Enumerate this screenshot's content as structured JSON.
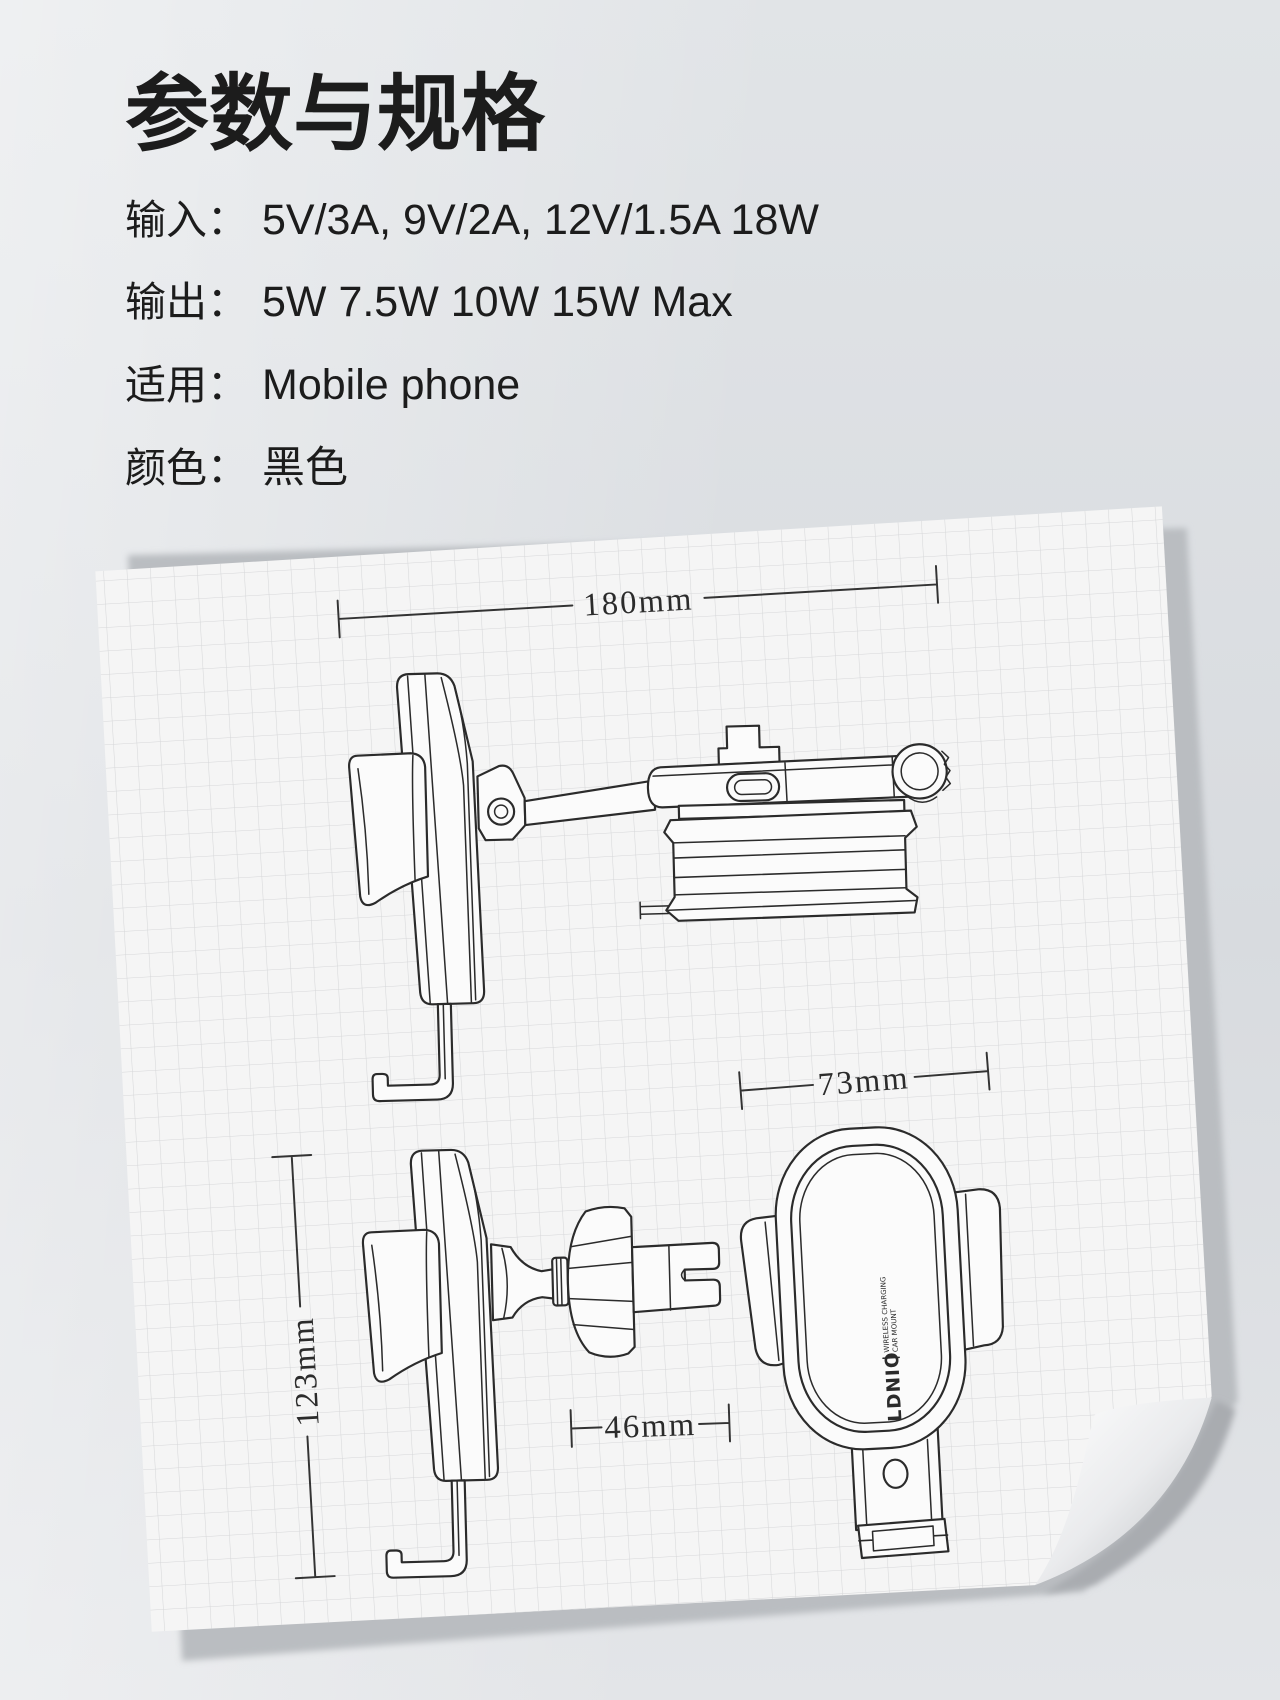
{
  "title": "参数与规格",
  "specs": [
    {
      "label": "输入：",
      "value": "5V/3A, 9V/2A, 12V/1.5A 18W"
    },
    {
      "label": "输出：",
      "value": "5W 7.5W 10W 15W Max"
    },
    {
      "label": "适用：",
      "value": "Mobile phone"
    },
    {
      "label": "颜色：",
      "value": "黑色"
    }
  ],
  "diagram": {
    "dimensions": {
      "overall_length": "180mm",
      "front_width": "73mm",
      "side_height": "123mm",
      "clip_depth": "46mm"
    },
    "product_marking": {
      "brand": "LDNIO",
      "line1": "WIRELESS CHARGING",
      "line2": "CAR MOUNT"
    }
  },
  "colors": {
    "ink": "#1c1c1c",
    "line": "#2b2b2b",
    "paper": "#f5f5f5",
    "grid": "#d6d7d9"
  }
}
